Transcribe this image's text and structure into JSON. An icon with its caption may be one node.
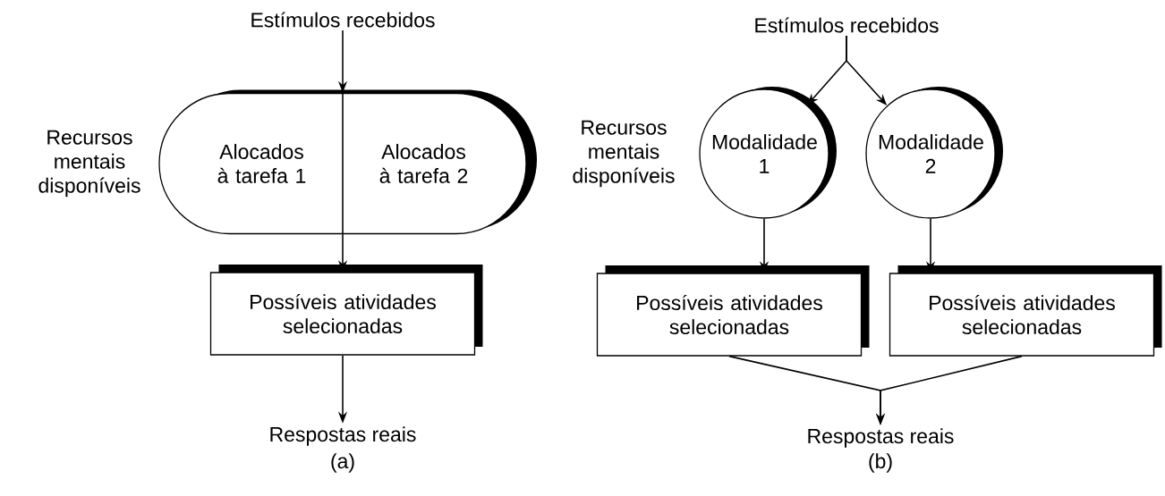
{
  "diagram": {
    "nodes": [
      {
        "text": [
          "Estímulos recebidos"
        ]
      },
      {
        "text": [
          "Alocados à tarefa 1",
          "Alocados à tarefa 2"
        ]
      },
      {
        "text": [
          "Possíveis atividades selecionadas"
        ]
      },
      {
        "text": [
          "Respostas reais"
        ]
      },
      {
        "text": [
          "Estímulos recebidos"
        ]
      },
      {
        "text": [
          "Modalidade 1"
        ]
      },
      {
        "text": [
          "Modalidade 2"
        ]
      },
      {
        "text": [
          "Possíveis atividades selecionadas"
        ]
      },
      {
        "text": [
          "Possíveis atividades selecionadas"
        ]
      },
      {
        "text": [
          "Respostas reais"
        ]
      }
    ],
    "edges": [
      {
        "from": 0,
        "to": 1,
        "arrow": "to"
      },
      {
        "from": 1,
        "to": 2,
        "arrow": "to"
      },
      {
        "from": 2,
        "to": 3,
        "arrow": "to"
      },
      {
        "from": 4,
        "to": 5,
        "arrow": "to"
      },
      {
        "from": 4,
        "to": 6,
        "arrow": "to"
      },
      {
        "from": 5,
        "to": 7,
        "arrow": "to"
      },
      {
        "from": 6,
        "to": 8,
        "arrow": "to"
      },
      {
        "from": 7,
        "to": 9,
        "arrow": "to"
      },
      {
        "from": 8,
        "to": 9,
        "arrow": "to"
      }
    ],
    "labels": [
      "Recursos mentais disponíveis",
      "(a)",
      "Recursos mentais disponíveis",
      "(b)"
    ]
  }
}
